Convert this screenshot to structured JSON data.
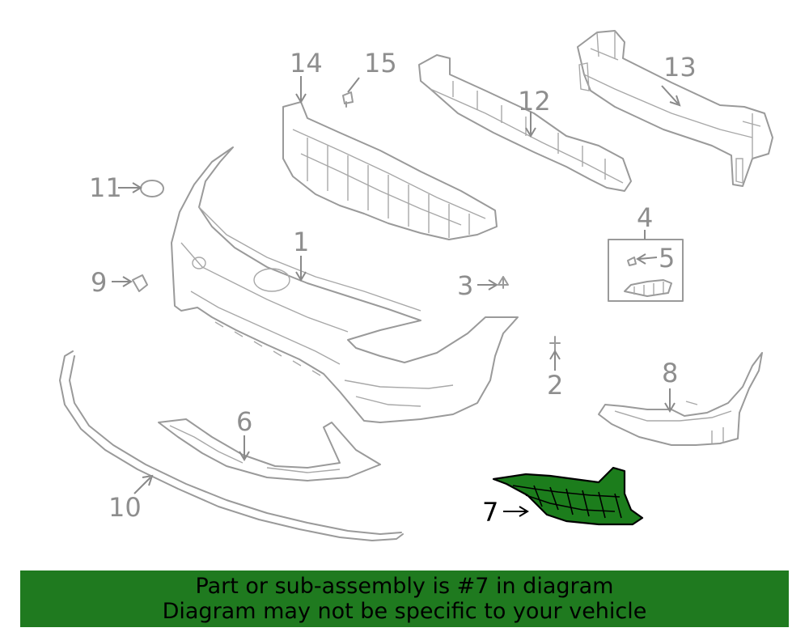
{
  "callouts": [
    {
      "id": "1",
      "label": "1"
    },
    {
      "id": "2",
      "label": "2"
    },
    {
      "id": "3",
      "label": "3"
    },
    {
      "id": "4",
      "label": "4"
    },
    {
      "id": "5",
      "label": "5"
    },
    {
      "id": "6",
      "label": "6"
    },
    {
      "id": "7",
      "label": "7"
    },
    {
      "id": "8",
      "label": "8"
    },
    {
      "id": "9",
      "label": "9"
    },
    {
      "id": "10",
      "label": "10"
    },
    {
      "id": "11",
      "label": "11"
    },
    {
      "id": "12",
      "label": "12"
    },
    {
      "id": "13",
      "label": "13"
    },
    {
      "id": "14",
      "label": "14"
    },
    {
      "id": "15",
      "label": "15"
    }
  ],
  "highlighted_part": "7",
  "colors": {
    "highlight": "#1c7d1c",
    "banner": "#1f7a1f",
    "line_art": "#9a9a9a"
  },
  "banner": {
    "line1": "Part or sub-assembly is #7 in diagram",
    "line2": "Diagram may not be specific to your vehicle"
  }
}
